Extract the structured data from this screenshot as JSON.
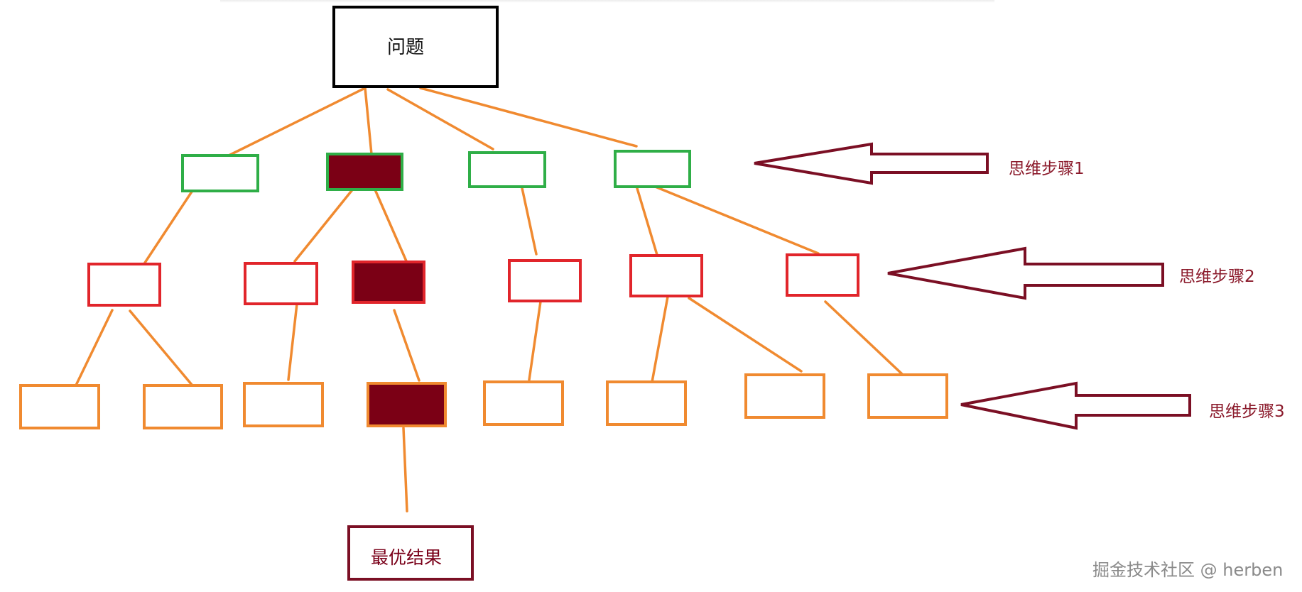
{
  "root": {
    "label": "问题"
  },
  "result": {
    "label": "最优结果"
  },
  "steps": [
    {
      "label": "思维步骤1"
    },
    {
      "label": "思维步骤2"
    },
    {
      "label": "思维步骤3"
    }
  ],
  "watermark": {
    "text": "掘金技术社区 @ herben"
  },
  "colors": {
    "connector": "#f08a30",
    "level1_border": "#2fae47",
    "level2_border": "#e1252b",
    "level3_border": "#f08a30",
    "selected_fill": "#7b0015",
    "arrow": "#7b0f24",
    "root_border": "#000000",
    "result_border": "#7b0f24"
  },
  "tree": {
    "level1": [
      {
        "selected": false
      },
      {
        "selected": true
      },
      {
        "selected": false
      },
      {
        "selected": false
      }
    ],
    "level2": [
      {
        "selected": false
      },
      {
        "selected": false
      },
      {
        "selected": true
      },
      {
        "selected": false
      },
      {
        "selected": false
      },
      {
        "selected": false
      }
    ],
    "level3": [
      {
        "selected": false
      },
      {
        "selected": false
      },
      {
        "selected": false
      },
      {
        "selected": true
      },
      {
        "selected": false
      },
      {
        "selected": false
      },
      {
        "selected": false
      },
      {
        "selected": false
      }
    ]
  }
}
